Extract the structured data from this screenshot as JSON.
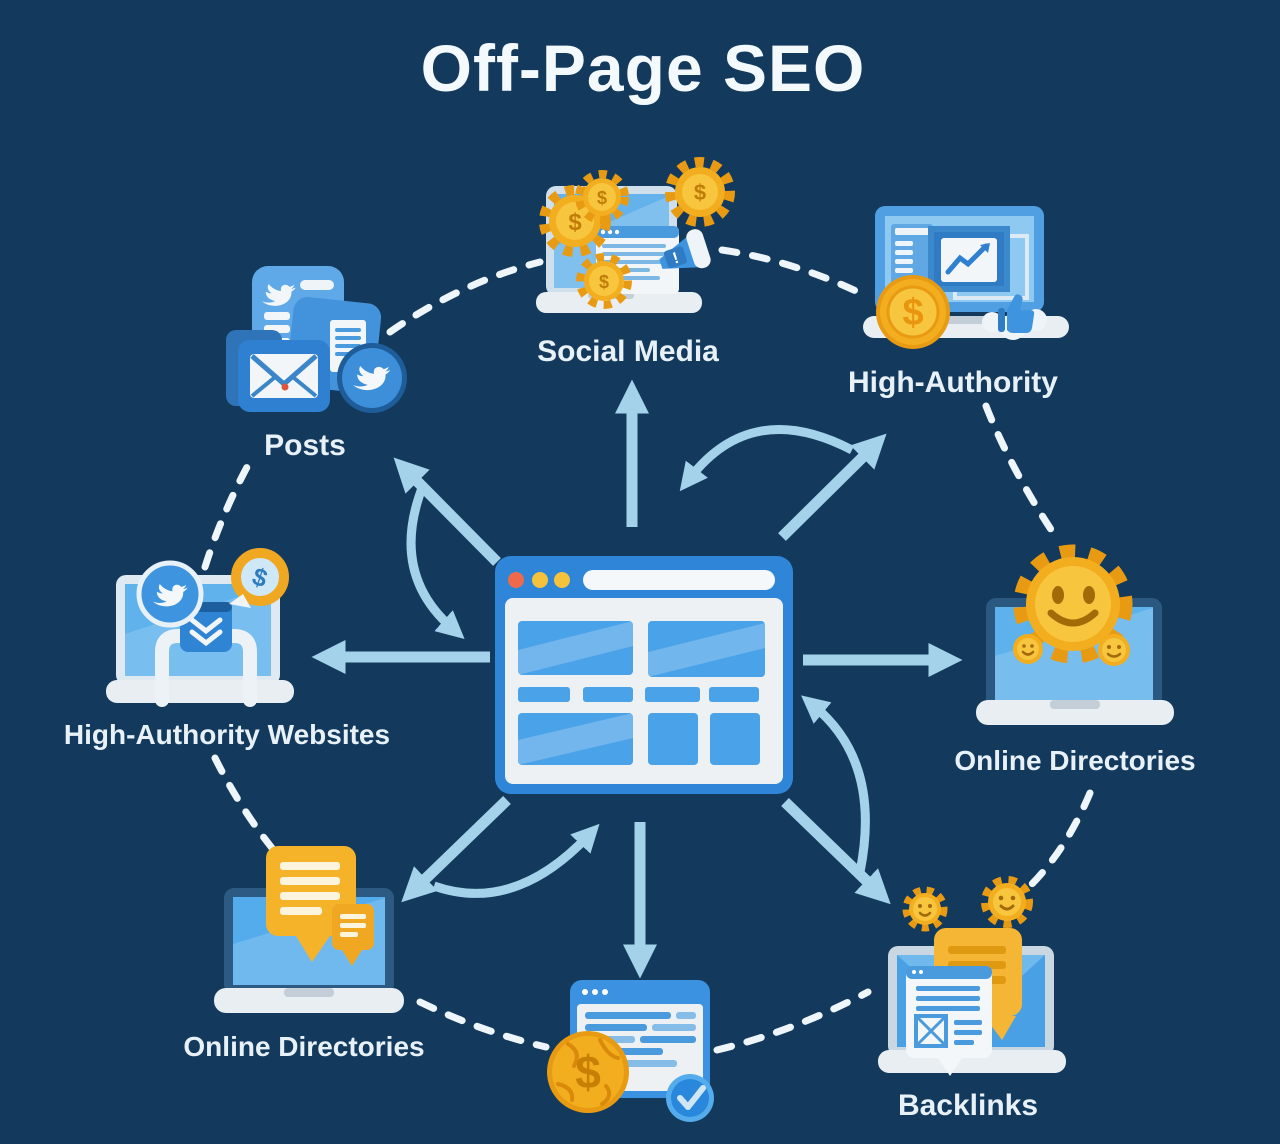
{
  "title": "Off-Page SEO",
  "colors": {
    "background": "#133a5c",
    "arrow": "#a5d2eb",
    "dashed_connector": "#eef6fb",
    "gold_accent": "#f3ae1f",
    "blue_accent": "#3f94e0",
    "label_text": "#e8f1f8"
  },
  "center": {
    "icon": "browser-window-icon"
  },
  "nodes": {
    "posts": {
      "label": "Posts",
      "icon": "documents-email-twitter-icon"
    },
    "social_media": {
      "label": "Social Media",
      "icon": "laptop-gear-coins-megaphone-icon"
    },
    "high_authority": {
      "label": "High-Authority",
      "icon": "monitor-chart-dollar-thumbsup-icon"
    },
    "high_authority_websites": {
      "label": "High-Authority Websites",
      "icon": "laptop-bird-badge-dollar-icon"
    },
    "online_directories_right": {
      "label": "Online Directories",
      "icon": "laptop-smiley-sun-icon"
    },
    "online_directories_bottom": {
      "label": "Online Directories",
      "icon": "laptop-listing-bubbles-icon"
    },
    "seo_page": {
      "label": "",
      "icon": "browser-dollar-check-icon"
    },
    "backlinks": {
      "label": "Backlinks",
      "icon": "laptop-documents-smileys-icon"
    }
  },
  "glyphs": {
    "dollar": "$",
    "exclamation": "!"
  }
}
